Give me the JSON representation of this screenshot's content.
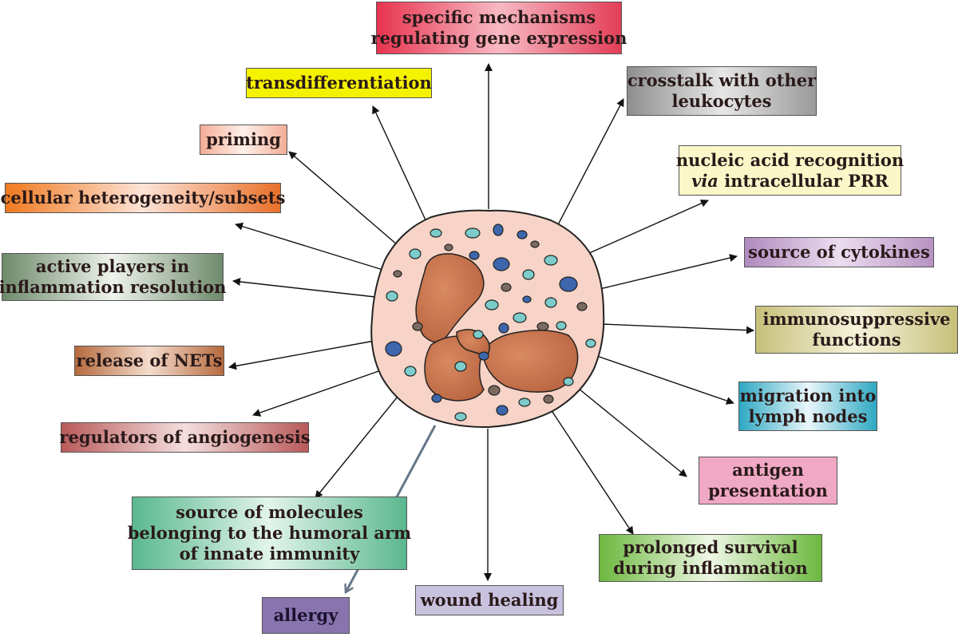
{
  "labels": {
    "gene_expression": {
      "line1": "specific mechanisms",
      "line2": "regulating gene expression"
    },
    "transdifferentiation": "transdifferentiation",
    "crosstalk": {
      "line1": "crosstalk with other",
      "line2": "leukocytes"
    },
    "priming": "priming",
    "nucleic_acid": {
      "line1": "nucleic acid recognition",
      "line2_italic": "via",
      "line2_rest": " intracellular PRR"
    },
    "heterogeneity": "cellular heterogeneity/subsets",
    "cytokines": "source of cytokines",
    "resolution": {
      "line1": "active players in",
      "line2": "inflammation resolution"
    },
    "immunosuppressive": {
      "line1": "immunosuppressive",
      "line2": "functions"
    },
    "nets": "release of NETs",
    "migration": {
      "line1": "migration into",
      "line2": "lymph nodes"
    },
    "angiogenesis": "regulators of angiogenesis",
    "antigen": {
      "line1": "antigen",
      "line2": "presentation"
    },
    "humoral": {
      "line1": "source of molecules",
      "line2": "belonging to the humoral arm",
      "line3": "of innate immunity"
    },
    "survival": {
      "line1": "prolonged survival",
      "line2": "during inflammation"
    },
    "wound": "wound healing",
    "allergy": "allergy"
  },
  "colors": {
    "gene_expression": "#e63b55",
    "transdifferentiation": "#f5f200",
    "crosstalk": "#9e9e9e",
    "priming": "#f3b6a0",
    "nucleic_acid": "#fcf7c8",
    "heterogeneity": "#e8702a",
    "cytokines": "#b793c3",
    "resolution": "#6e8a6b",
    "immunosuppressive": "#c7c07a",
    "nets": "#b66a3e",
    "migration": "#2ea8c2",
    "angiogenesis": "#b95a5a",
    "antigen": "#f0a9c4",
    "humoral": "#5ab88f",
    "survival": "#6db83f",
    "wound": "#c8c2df",
    "allergy": "#8a74ad",
    "cell_fill": "#f7d4c7",
    "nucleus": "#c4734e",
    "granule_cyan": "#7ccccc",
    "granule_blue": "#3d66ad",
    "granule_brown": "#7a6a60"
  }
}
